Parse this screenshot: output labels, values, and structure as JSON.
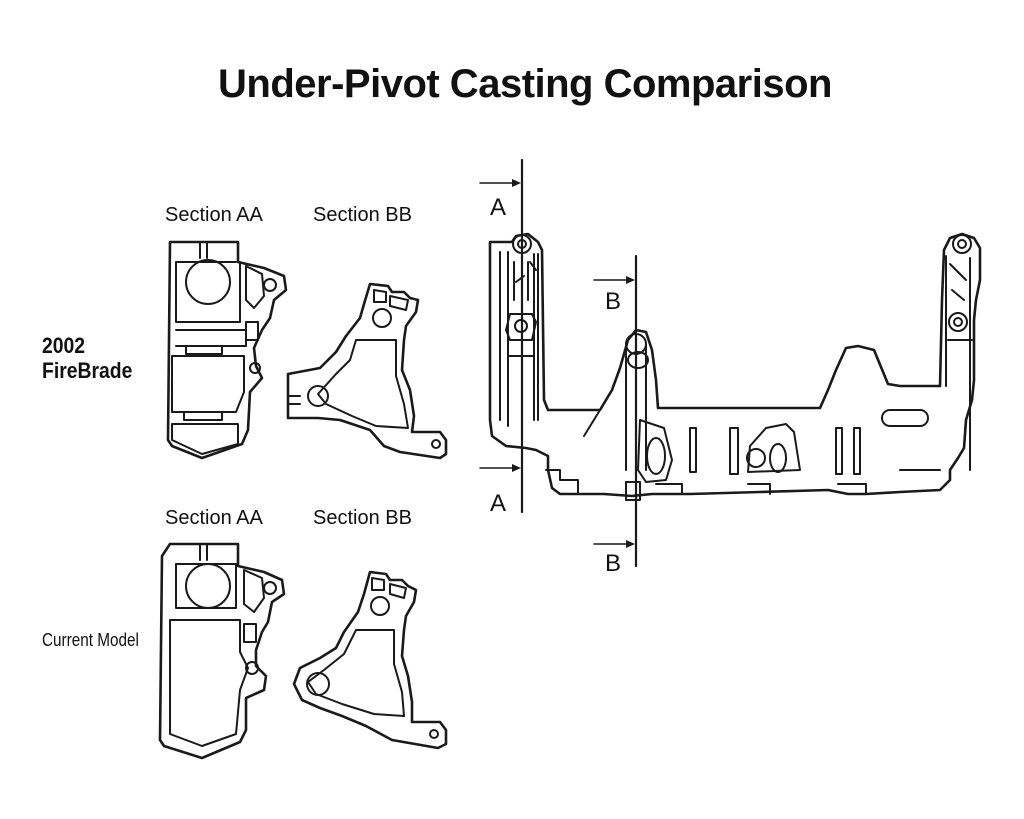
{
  "title": "Under-Pivot Casting Comparison",
  "rows": [
    {
      "label_line1": "2002",
      "label_line2": "FireBrade",
      "sections": [
        "Section AA",
        "Section BB"
      ]
    },
    {
      "label": "Current Model",
      "sections": [
        "Section AA",
        "Section BB"
      ]
    }
  ],
  "cut_lines": {
    "a_top": "A",
    "a_bottom": "A",
    "b_top": "B",
    "b_bottom": "B"
  }
}
